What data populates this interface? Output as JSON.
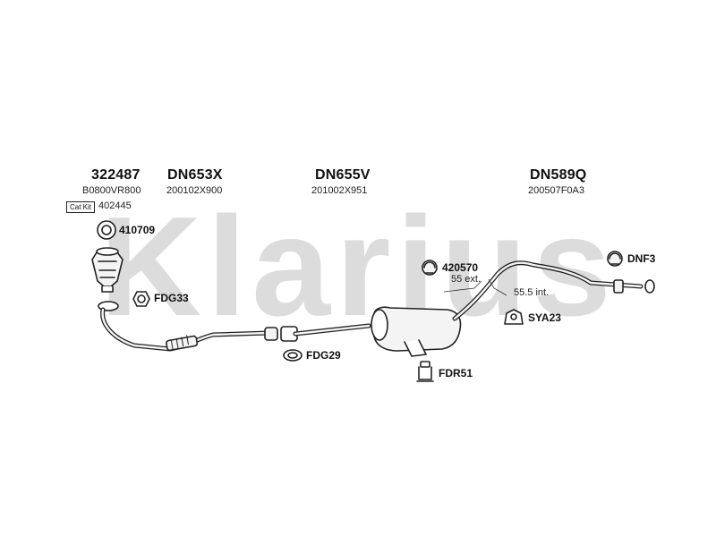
{
  "watermark": {
    "text": "Klarius",
    "color": "#d9d9d9"
  },
  "parts": [
    {
      "code": "322487",
      "ref": "B0800VR800"
    },
    {
      "code": "DN653X",
      "ref": "200102X900"
    },
    {
      "code": "DN655V",
      "ref": "201002X951"
    },
    {
      "code": "DN589Q",
      "ref": "200507F0A3"
    }
  ],
  "cat_kit": {
    "label": "Cat Kit",
    "code": "402445"
  },
  "callouts": {
    "gasket_top": "410709",
    "clamp_left": "FDG33",
    "clamp_mid": "FDG29",
    "clamp_right_a": "420570",
    "clamp_right_b": "DNF3",
    "mount_a": "SYA23",
    "mount_b": "FDR51"
  },
  "notes": {
    "ext": "55 ext.",
    "int": "55.5 int."
  },
  "colors": {
    "line": "#222222",
    "fill": "#f4f4f4",
    "watermark": "#d9d9d9"
  }
}
